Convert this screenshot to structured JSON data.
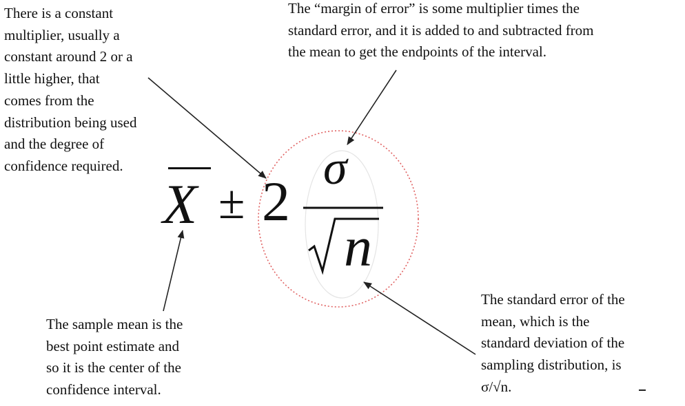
{
  "annotations": {
    "multiplier": "There is a constant\nmultiplier, usually a\nconstant around 2 or a\nlittle higher, that\ncomes from the\ndistribution being used\nand the degree of\nconfidence required.",
    "margin_of_error": "The “margin of error” is some multiplier times the\nstandard error, and it is added to and subtracted from\nthe mean to get the endpoints of the interval.",
    "sample_mean": "The sample mean is the\nbest point estimate and\nso it is the center of the\nconfidence interval.",
    "standard_error": "The standard error of the\nmean, which is the\nstandard deviation of the\nsampling distribution, is\nσ/√n."
  },
  "formula": {
    "mean_symbol": "X",
    "plus_minus": "±",
    "multiplier": "2",
    "numerator": "σ",
    "denominator": "n"
  },
  "colors": {
    "ellipse_dotted": "#e06060",
    "arrow": "#222222",
    "text": "#111111"
  }
}
